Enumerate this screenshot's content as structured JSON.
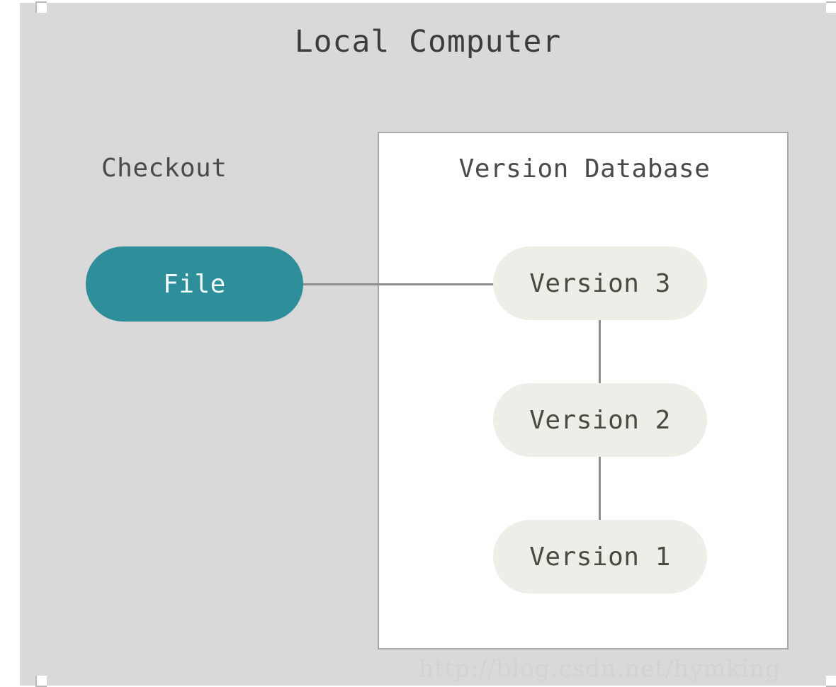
{
  "diagram": {
    "title": "Local Computer",
    "background_color": "#d9d9d9",
    "checkout": {
      "label": "Checkout",
      "node_label": "File",
      "node_color": "#2e8e99",
      "node_text_color": "#f2fbfc"
    },
    "version_database": {
      "title": "Version Database",
      "panel_color": "#ffffff",
      "panel_border_color": "#a8a8a8",
      "node_color": "#eeeee8",
      "node_text_color": "#4a4a42",
      "versions": [
        {
          "label": "Version 3"
        },
        {
          "label": "Version 2"
        },
        {
          "label": "Version 1"
        }
      ]
    },
    "connector_color": "#8d8d8d"
  },
  "watermark": {
    "text": "http://blog.csdn.net/hymking"
  }
}
